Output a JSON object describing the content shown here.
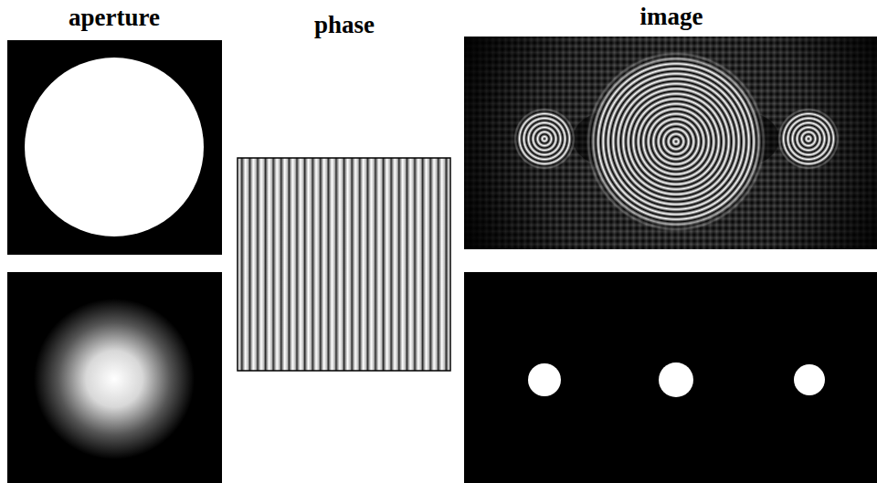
{
  "diagram": {
    "labels": [
      "aperture",
      "phase",
      "image"
    ]
  }
}
